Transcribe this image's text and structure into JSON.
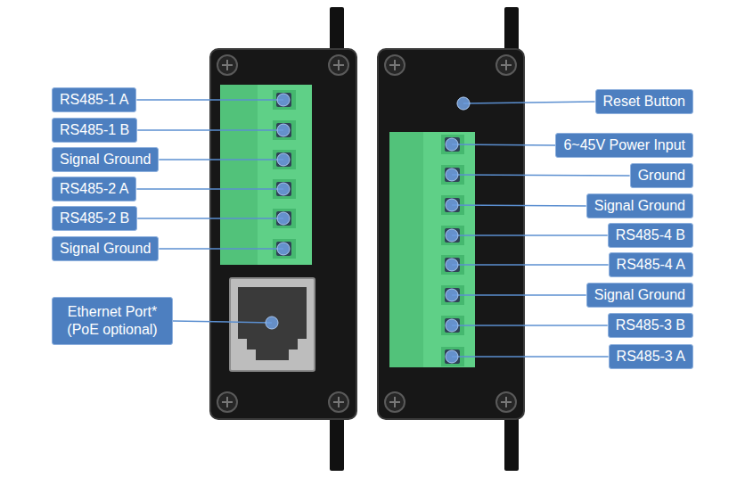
{
  "diagram": {
    "nodes": [
      {
        "text": [
          "RS485-1 A"
        ]
      },
      {
        "text": [
          "RS485-1 B"
        ]
      },
      {
        "text": [
          "Signal Ground"
        ]
      },
      {
        "text": [
          "RS485-2 A"
        ]
      },
      {
        "text": [
          "RS485-2 B"
        ]
      },
      {
        "text": [
          "Signal Ground"
        ]
      },
      {
        "text": [
          "Ethernet Port* (PoE optional)"
        ]
      },
      {
        "text": [
          "Reset Button"
        ]
      },
      {
        "text": [
          "6~45V Power Input"
        ]
      },
      {
        "text": [
          "Ground"
        ]
      },
      {
        "text": [
          "Signal Ground"
        ]
      },
      {
        "text": [
          "RS485-4 B"
        ]
      },
      {
        "text": [
          "RS485-4 A"
        ]
      },
      {
        "text": [
          "Signal Ground"
        ]
      },
      {
        "text": [
          "RS485-3 B"
        ]
      },
      {
        "text": [
          "RS485-3 A"
        ]
      }
    ]
  }
}
